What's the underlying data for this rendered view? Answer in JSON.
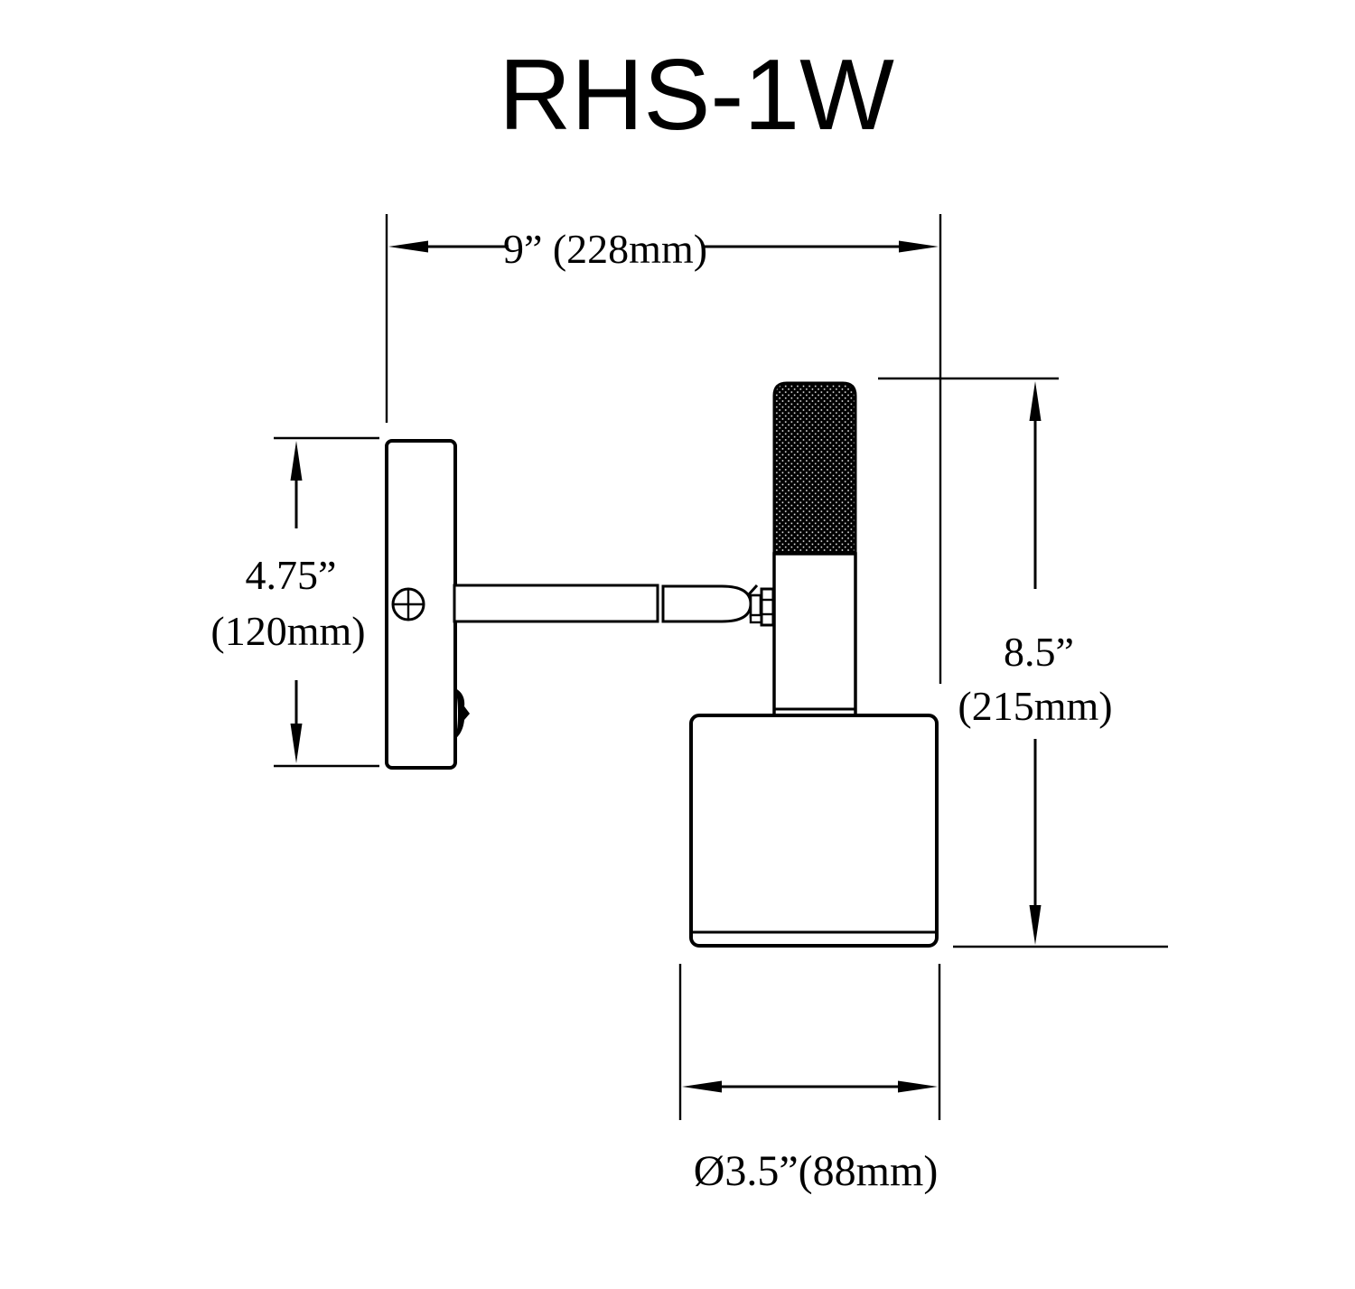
{
  "title": "RHS-1W",
  "colors": {
    "background": "#ffffff",
    "line": "#000000"
  },
  "dimensions": {
    "arm_projection": {
      "label": "9” (228mm)"
    },
    "backplate_height": {
      "imperial": "4.75”",
      "metric": "(120mm)"
    },
    "fixture_height": {
      "imperial": "8.5”",
      "metric": "(215mm)"
    },
    "shade_diameter": {
      "label": "Ø3.5”(88mm)"
    }
  }
}
